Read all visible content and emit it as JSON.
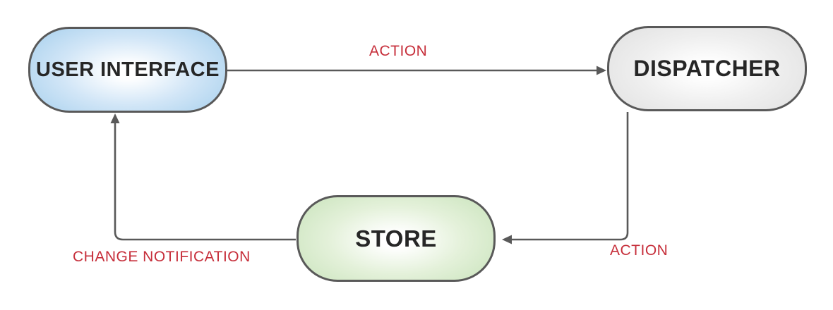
{
  "diagram": {
    "type": "flowchart",
    "nodes": [
      {
        "id": "user-interface",
        "label": "USER INTERFACE",
        "shape": "stadium",
        "fill": "#abd2ee"
      },
      {
        "id": "dispatcher",
        "label": "DISPATCHER",
        "shape": "stadium",
        "fill": "#e2e2e2"
      },
      {
        "id": "store",
        "label": "STORE",
        "shape": "stadium",
        "fill": "#cce5bf"
      }
    ],
    "edges": [
      {
        "from": "user-interface",
        "to": "dispatcher",
        "label": "ACTION"
      },
      {
        "from": "dispatcher",
        "to": "store",
        "label": "ACTION"
      },
      {
        "from": "store",
        "to": "user-interface",
        "label": "CHANGE NOTIFICATION"
      }
    ],
    "colors": {
      "edge_label": "#c62e3a",
      "connector": "#595959",
      "node_border": "#595959",
      "node_text": "#262626",
      "background": "#ffffff"
    }
  }
}
